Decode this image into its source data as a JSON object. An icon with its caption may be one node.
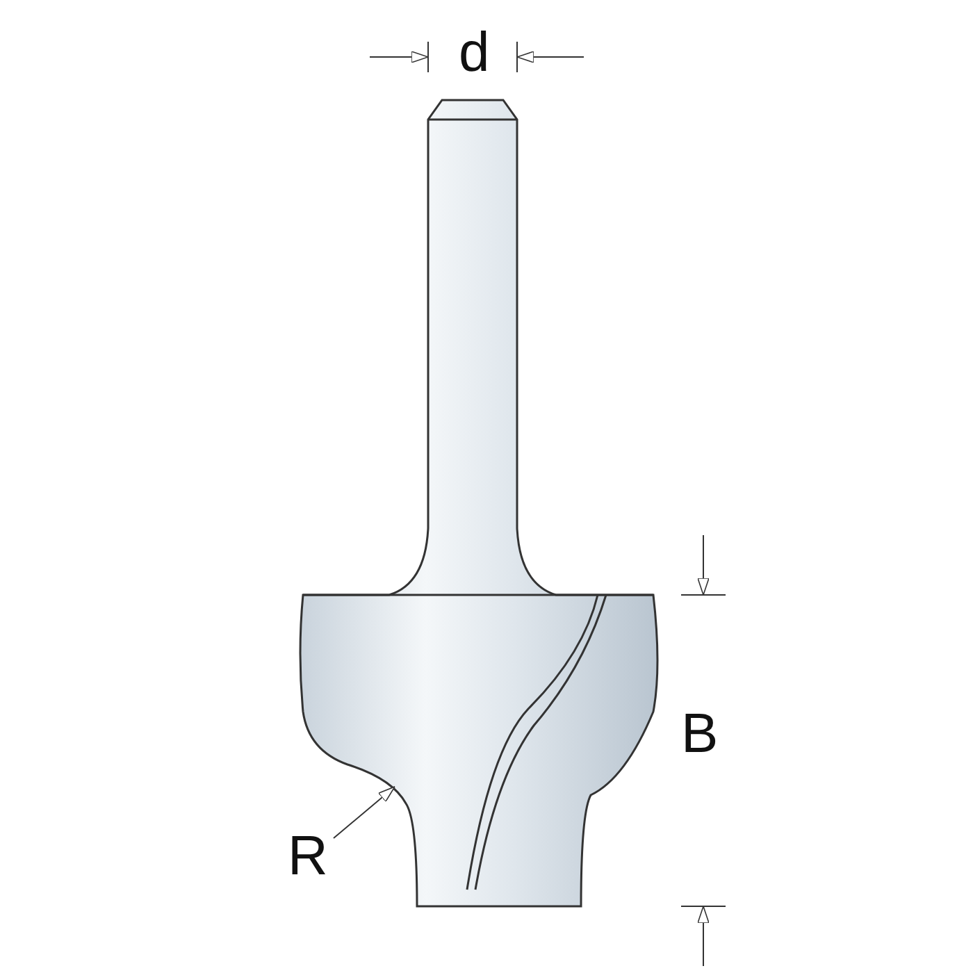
{
  "diagram": {
    "labels": [
      "d",
      "B",
      "R"
    ]
  }
}
